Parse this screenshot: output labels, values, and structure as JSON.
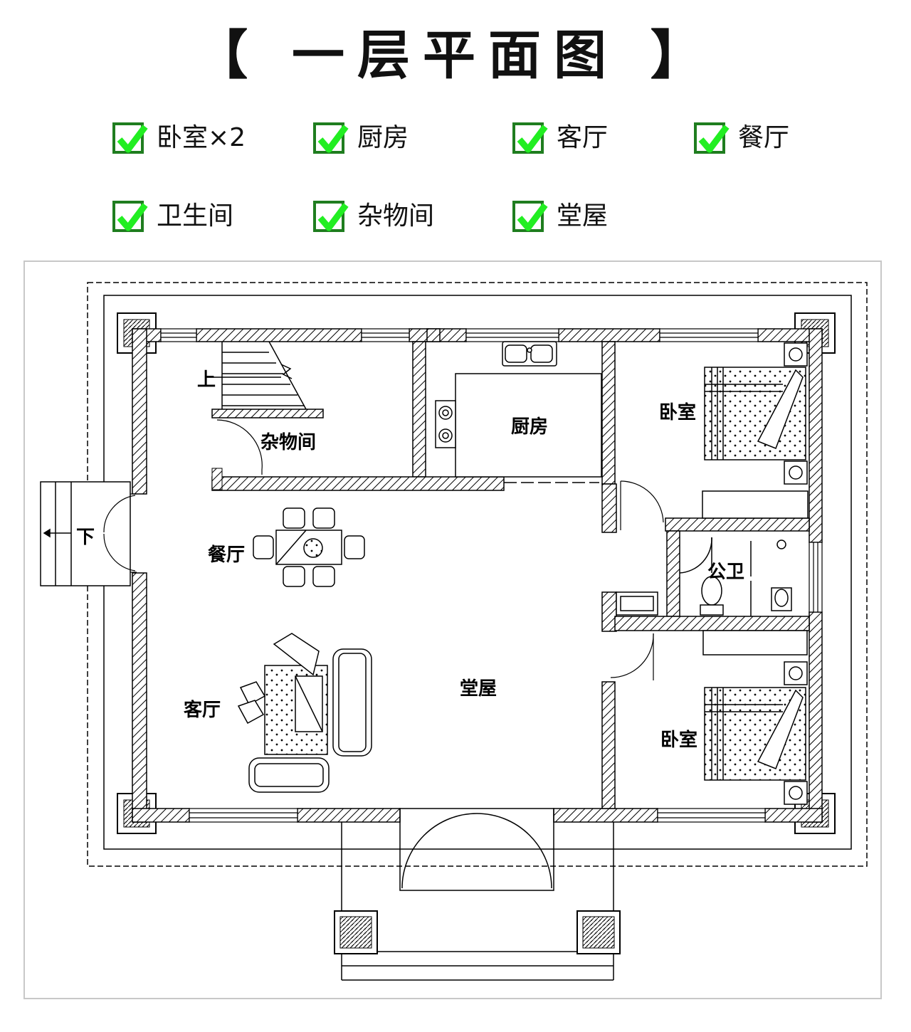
{
  "title": "【 一层平面图 】",
  "legend": [
    {
      "label": "卧室×2"
    },
    {
      "label": "厨房"
    },
    {
      "label": "客厅"
    },
    {
      "label": "餐厅"
    },
    {
      "label": "卫生间"
    },
    {
      "label": "杂物间"
    },
    {
      "label": "堂屋"
    }
  ],
  "rooms": {
    "storage": "杂物间",
    "kitchen": "厨房",
    "bedroom_top": "卧室",
    "dining": "餐厅",
    "bathroom": "公卫",
    "hall": "堂屋",
    "living": "客厅",
    "bedroom_bottom": "卧室"
  },
  "stairs": {
    "up": "上",
    "down": "下"
  },
  "colors": {
    "check_fill": "#22ee22",
    "check_border": "#1f7d1f",
    "wall": "#000000"
  }
}
